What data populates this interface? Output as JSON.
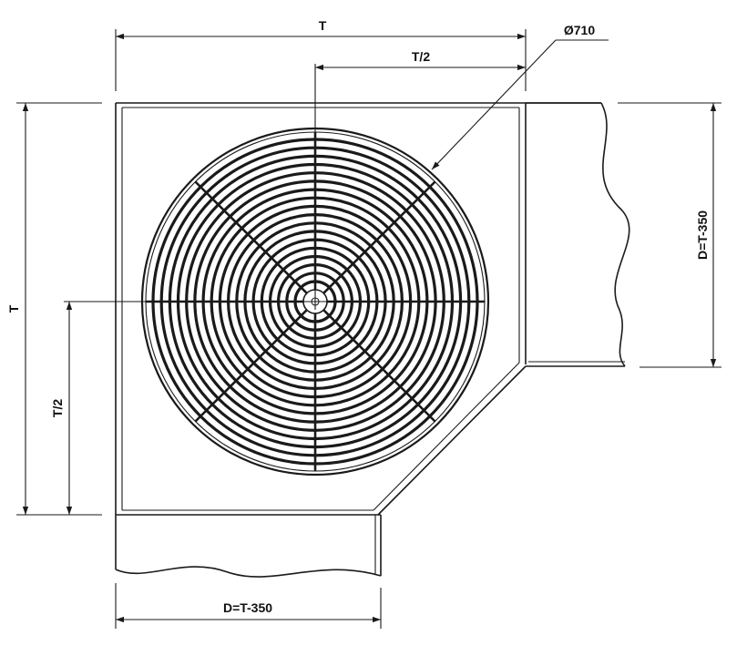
{
  "labels": {
    "top_overall": "T",
    "top_half": "T/2",
    "diameter": "Ø710",
    "left_overall": "T",
    "left_half": "T/2",
    "right_duct": "D=T-350",
    "bottom_duct": "D=T-350"
  },
  "guard": {
    "concentric_ring_count": 18,
    "spoke_count": 8
  }
}
